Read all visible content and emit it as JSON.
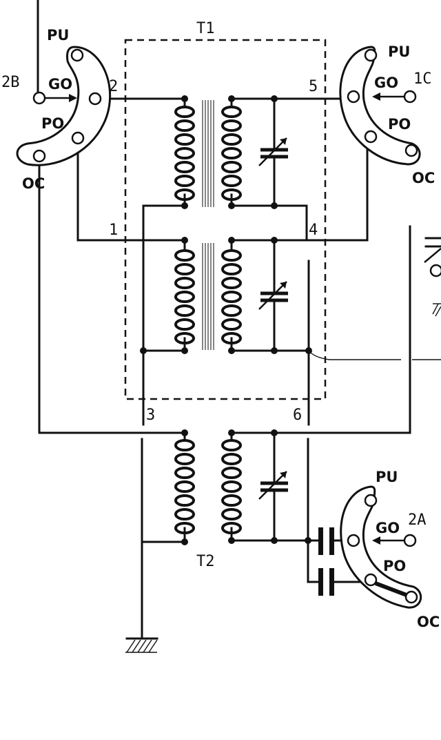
{
  "transformers": {
    "t1": "T1",
    "t2": "T2"
  },
  "terminals": {
    "t1": "1",
    "t2": "2",
    "t3": "3",
    "t4": "4",
    "t5": "5",
    "t6": "6"
  },
  "switch_left": {
    "input": "2B",
    "pu": "PU",
    "go": "GO",
    "po": "PO",
    "oc": "OC"
  },
  "switch_right": {
    "input": "1C",
    "pu": "PU",
    "go": "GO",
    "po": "PO",
    "oc": "OC"
  },
  "switch_bottom": {
    "input": "2A",
    "pu": "PU",
    "go": "GO",
    "po": "PO",
    "oc": "OC"
  }
}
